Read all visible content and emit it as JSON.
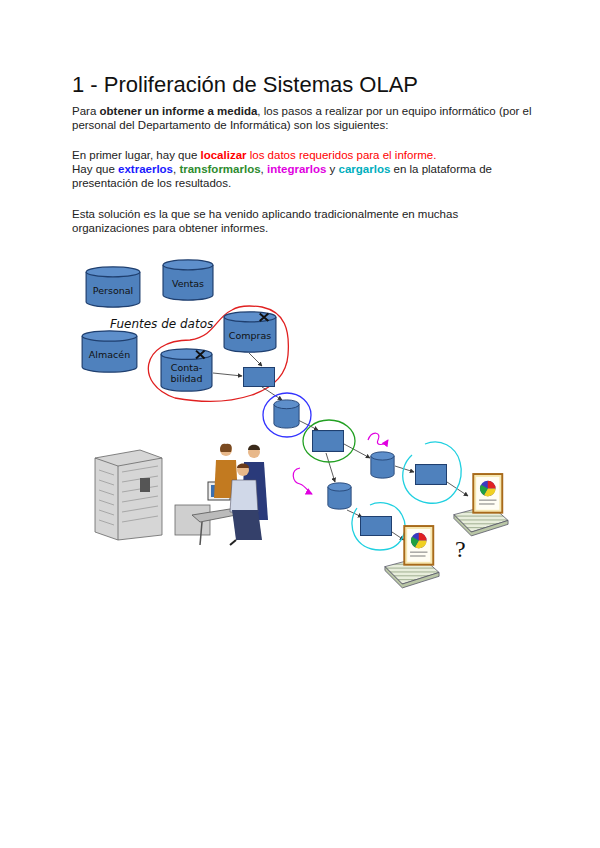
{
  "diagram": {
    "title": "1 - Proliferación de Sistemas OLAP",
    "nodes": [
      {
        "text": [
          "Personal"
        ]
      },
      {
        "text": [
          "Ventas"
        ]
      },
      {
        "text": [
          "Compras"
        ]
      },
      {
        "text": [
          "Almacén"
        ]
      },
      {
        "text": [
          "Conta- bilidad"
        ]
      }
    ],
    "labels": [
      "Para ",
      "obtener un informe a medida",
      ", los pasos a realizar por un equipo informático (por el personal del Departamento de Informática) son los siguientes:",
      "En primer lugar, hay que ",
      "localizar",
      " los datos requeridos para el informe.",
      "Hay que ",
      "extraerlos",
      ", ",
      "transformarlos",
      ", ",
      "integrarlos",
      " y ",
      "cargarlos",
      " en la plataforma de presentación de los resultados.",
      "Esta solución es la que se ha venido aplicando tradicionalmente en muchas organizaciones para obtener informes.",
      "Fuentes de datos",
      "?"
    ]
  }
}
